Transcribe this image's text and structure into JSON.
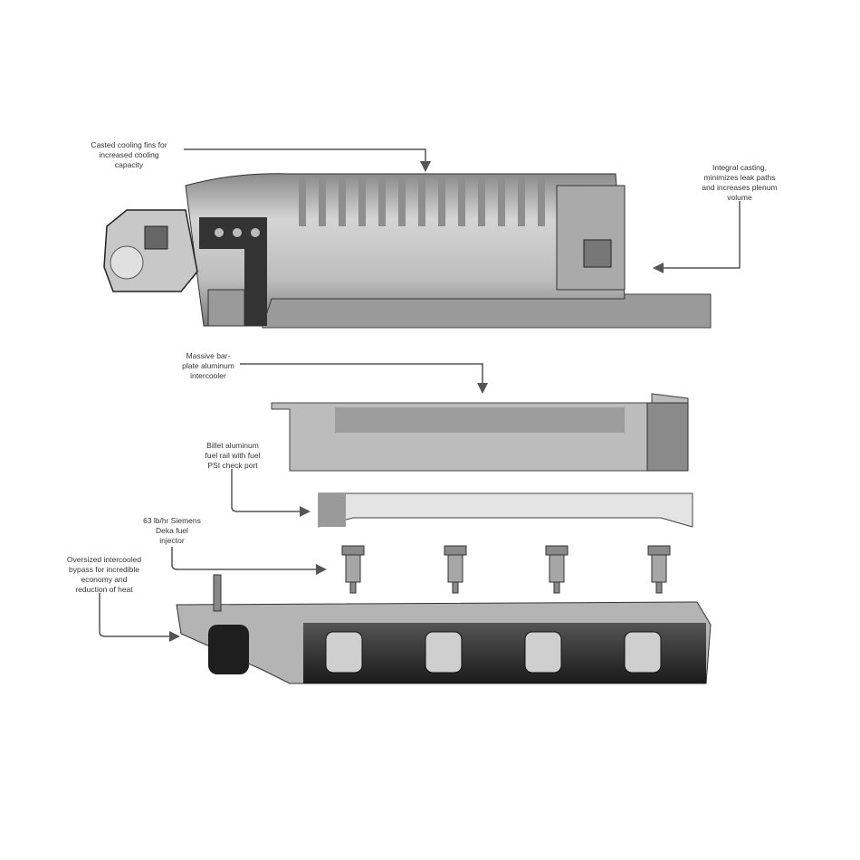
{
  "callouts": [
    {
      "text": "Casted cooling fins for\nincreased cooling\ncapacity"
    },
    {
      "text": "Integral casting,\nminimizes leak paths\nand increases plenum\nvolume"
    },
    {
      "text": "Massive bar-\nplate aluminum\nintercooler"
    },
    {
      "text": "Billet aluminum\nfuel rail with fuel\nPSI check port"
    },
    {
      "text": "63 lb/hr Siemens\nDeka fuel\ninjector"
    },
    {
      "text": "Oversized intercooled\nbypass for incredible\neconomy and\nreduction of heat"
    }
  ]
}
